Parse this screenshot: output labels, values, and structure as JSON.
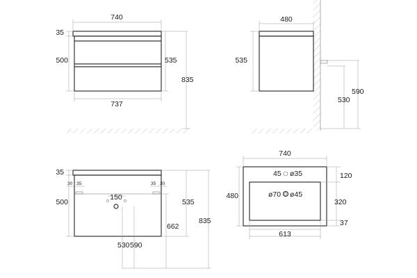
{
  "views": {
    "front": {
      "width_top": "740",
      "top_thickness": "35",
      "drawer_height": "500",
      "body_height": "535",
      "total_height": "835",
      "width_bottom": "737"
    },
    "side": {
      "depth": "480",
      "body_height": "535",
      "mount_height": "590",
      "mount_height_2": "530"
    },
    "back": {
      "top_thickness": "35",
      "left_30": "30",
      "left_35": "35",
      "right_35": "35",
      "right_30": "30",
      "center_spacing": "150",
      "height_500": "500",
      "height_535": "535",
      "height_662": "662",
      "height_835": "835",
      "bottom_530": "530",
      "bottom_590": "590",
      "small_left_label": "",
      "small_right_label": ""
    },
    "top": {
      "width": "740",
      "depth": "480",
      "offset_45": "45",
      "hole_35": "ø35",
      "offset_120": "120",
      "basin_depth": "320",
      "hole_70": "ø70",
      "hole_45": "ø45",
      "basin_width": "613",
      "offset_37": "37"
    }
  }
}
